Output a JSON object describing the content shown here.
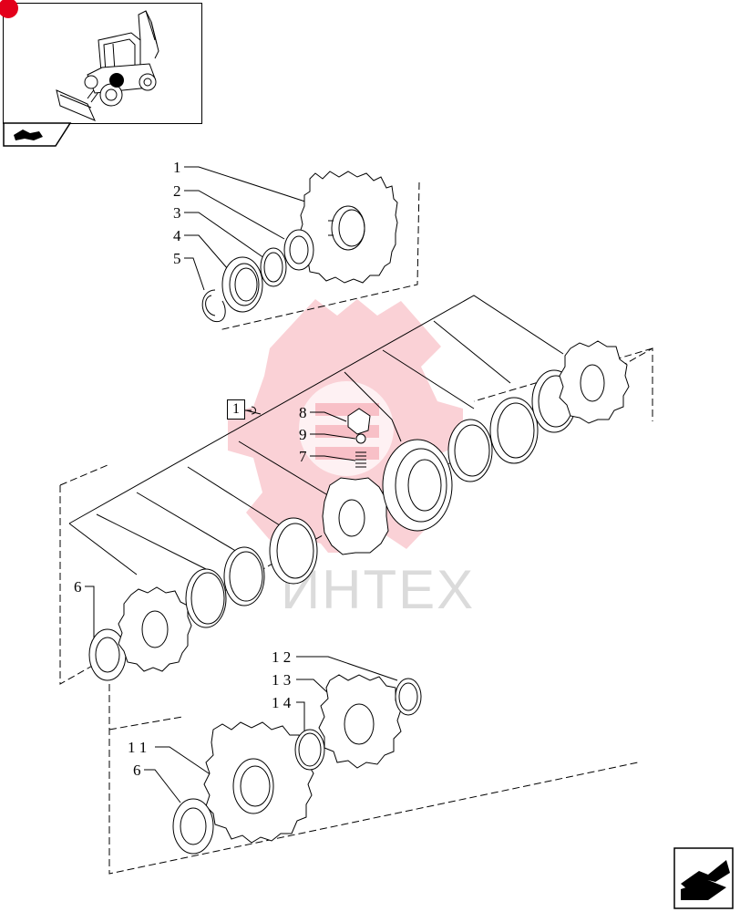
{
  "thumbnail": {
    "icon": "backhoe-loader-icon",
    "marker": "location-dot"
  },
  "nav": {
    "back_icon": "arrow-back-icon",
    "next_icon": "arrow-next-icon"
  },
  "watermark": {
    "text": "ИНТЕХ",
    "color": "#e3001b"
  },
  "reference_box": {
    "label": "1"
  },
  "callouts": {
    "c1": "1",
    "c2": "2",
    "c3": "3",
    "c4": "4",
    "c5": "5",
    "c6a": "6",
    "c7": "7",
    "c8": "8",
    "c9": "9",
    "c6b": "6",
    "c11": "1 1",
    "c12": "1 2",
    "c13": "1 3",
    "c14": "1 4"
  }
}
